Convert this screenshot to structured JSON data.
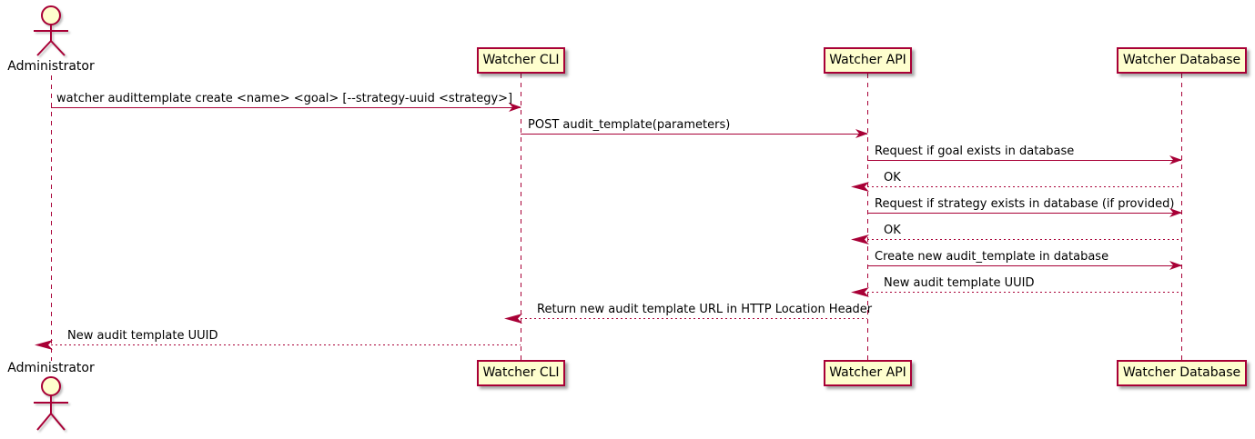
{
  "diagram": {
    "type": "uml-sequence",
    "colors": {
      "line": "#A80036",
      "participant_border": "#A80036",
      "participant_fill": "#FEFECE",
      "text": "#000000",
      "background": "#FFFFFF"
    },
    "actor": {
      "name": "Administrator"
    },
    "participants": [
      {
        "label": "Watcher CLI"
      },
      {
        "label": "Watcher API"
      },
      {
        "label": "Watcher Database"
      }
    ],
    "messages": [
      {
        "from": "Administrator",
        "to": "Watcher CLI",
        "style": "solid",
        "label": "watcher audittemplate create <name> <goal> [--strategy-uuid <strategy>]"
      },
      {
        "from": "Watcher CLI",
        "to": "Watcher API",
        "style": "solid",
        "label": "POST audit_template(parameters)"
      },
      {
        "from": "Watcher API",
        "to": "Watcher Database",
        "style": "solid",
        "label": "Request if goal exists in database"
      },
      {
        "from": "Watcher Database",
        "to": "Watcher API",
        "style": "dashed",
        "label": "OK"
      },
      {
        "from": "Watcher API",
        "to": "Watcher Database",
        "style": "solid",
        "label": "Request if strategy exists in database (if provided)"
      },
      {
        "from": "Watcher Database",
        "to": "Watcher API",
        "style": "dashed",
        "label": "OK"
      },
      {
        "from": "Watcher API",
        "to": "Watcher Database",
        "style": "solid",
        "label": "Create new audit_template in database"
      },
      {
        "from": "Watcher Database",
        "to": "Watcher API",
        "style": "dashed",
        "label": "New audit template UUID"
      },
      {
        "from": "Watcher API",
        "to": "Watcher CLI",
        "style": "dashed",
        "label": "Return new audit template URL in HTTP Location Header"
      },
      {
        "from": "Watcher CLI",
        "to": "Administrator",
        "style": "dashed",
        "label": "New audit template UUID"
      }
    ]
  }
}
